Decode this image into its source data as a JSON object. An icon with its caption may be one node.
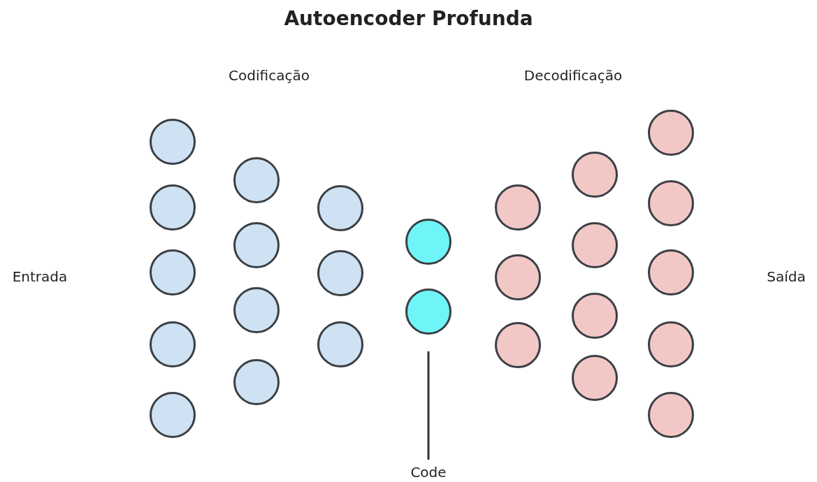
{
  "diagram": {
    "title": "Autoencoder Profunda",
    "nodes": [
      {
        "text": [],
        "shape": "circle"
      },
      {
        "text": [],
        "shape": "circle"
      },
      {
        "text": [],
        "shape": "circle"
      },
      {
        "text": [],
        "shape": "circle"
      },
      {
        "text": [],
        "shape": "circle"
      },
      {
        "text": [],
        "shape": "circle"
      },
      {
        "text": [],
        "shape": "circle"
      },
      {
        "text": [],
        "shape": "circle"
      },
      {
        "text": [],
        "shape": "circle"
      },
      {
        "text": [],
        "shape": "circle"
      },
      {
        "text": [],
        "shape": "circle"
      },
      {
        "text": [],
        "shape": "circle"
      },
      {
        "text": [],
        "shape": "circle"
      },
      {
        "text": [],
        "shape": "circle"
      },
      {
        "text": [],
        "shape": "circle"
      },
      {
        "text": [],
        "shape": "circle"
      },
      {
        "text": [],
        "shape": "circle"
      },
      {
        "text": [],
        "shape": "circle"
      },
      {
        "text": [],
        "shape": "circle"
      },
      {
        "text": [],
        "shape": "circle"
      },
      {
        "text": [],
        "shape": "circle"
      },
      {
        "text": [],
        "shape": "circle"
      },
      {
        "text": [],
        "shape": "circle"
      },
      {
        "text": [],
        "shape": "circle"
      },
      {
        "text": [],
        "shape": "circle"
      },
      {
        "text": [],
        "shape": "circle"
      },
      {
        "text": [
          "Code"
        ]
      }
    ],
    "edges": [
      {
        "from": 26,
        "to": 13,
        "arrow": "none"
      }
    ],
    "labels": [
      "Codificação",
      "Decodificação",
      "Entrada",
      "Saída"
    ]
  }
}
